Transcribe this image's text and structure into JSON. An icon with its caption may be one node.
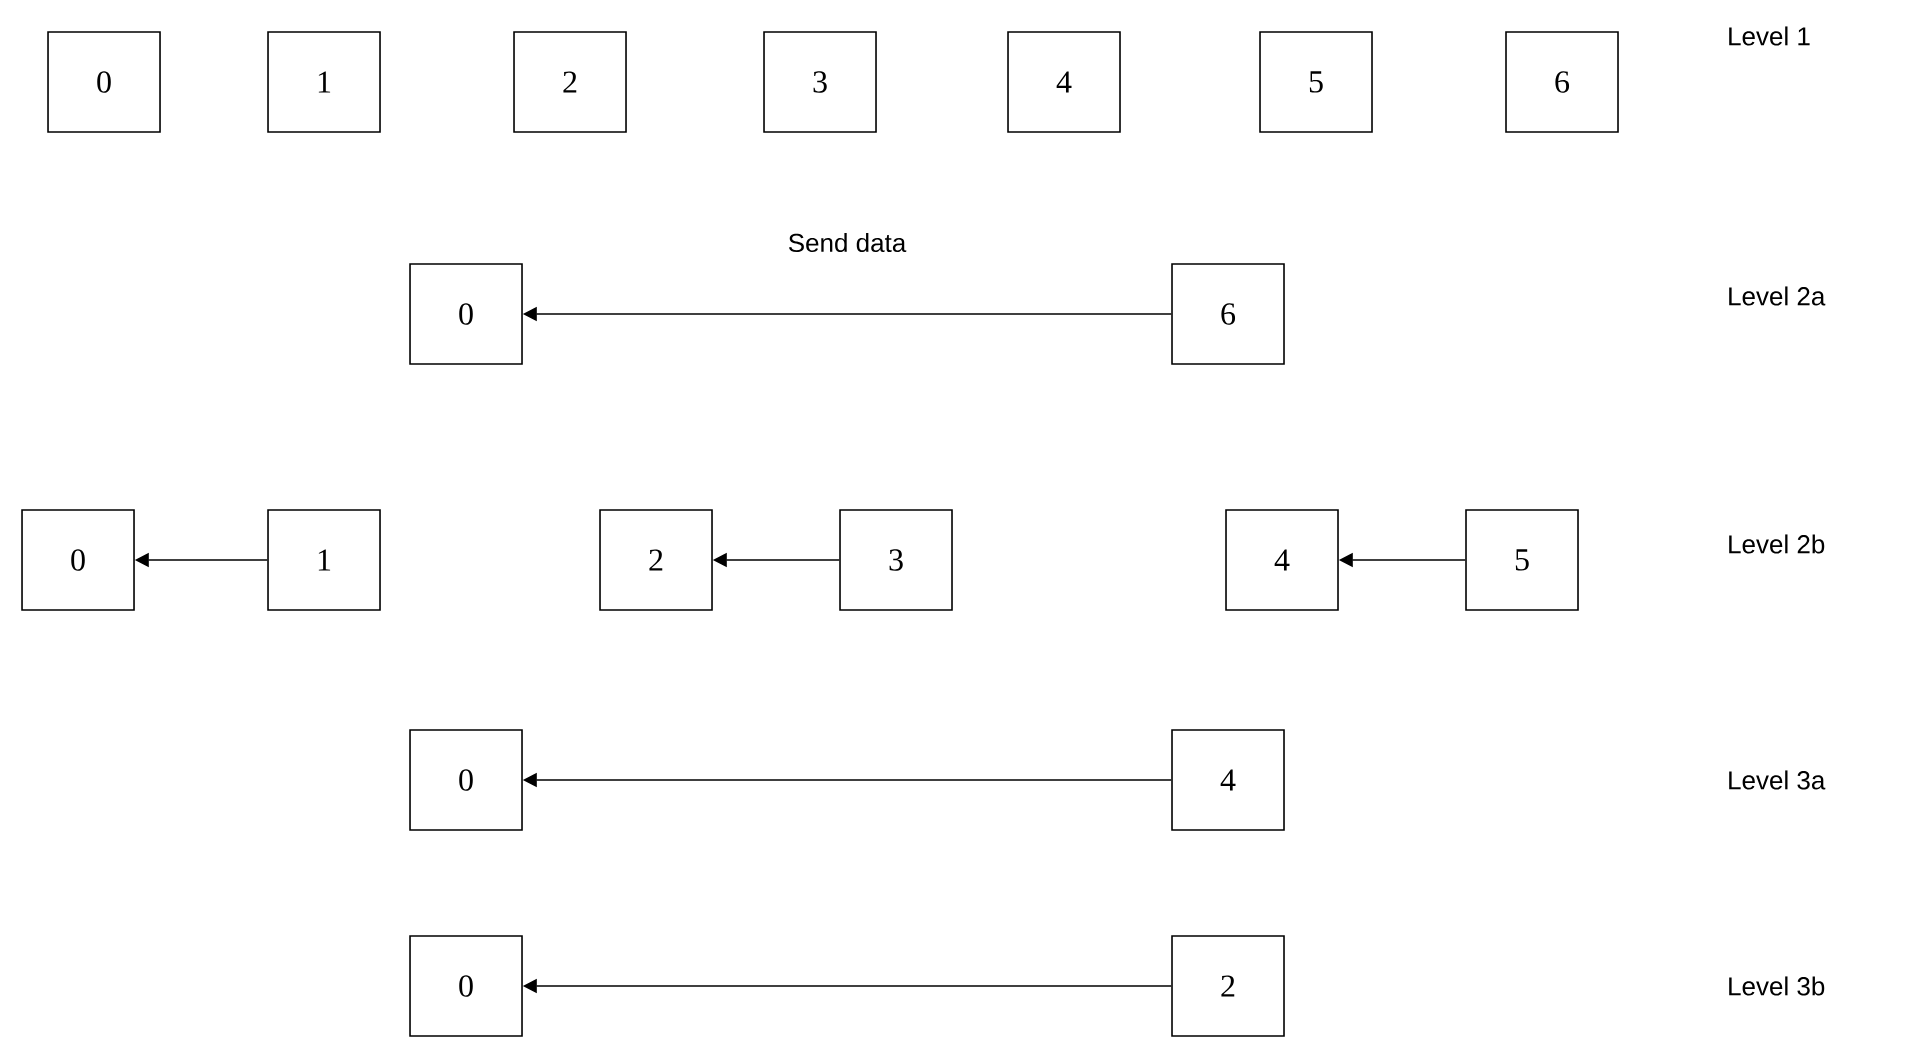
{
  "diagram": {
    "nodes": [
      {
        "text": [
          "0"
        ]
      },
      {
        "text": [
          "1"
        ]
      },
      {
        "text": [
          "2"
        ]
      },
      {
        "text": [
          "3"
        ]
      },
      {
        "text": [
          "4"
        ]
      },
      {
        "text": [
          "5"
        ]
      },
      {
        "text": [
          "6"
        ]
      },
      {
        "text": [
          "0"
        ]
      },
      {
        "text": [
          "6"
        ]
      },
      {
        "text": [
          "0"
        ]
      },
      {
        "text": [
          "1"
        ]
      },
      {
        "text": [
          "2"
        ]
      },
      {
        "text": [
          "3"
        ]
      },
      {
        "text": [
          "4"
        ]
      },
      {
        "text": [
          "5"
        ]
      },
      {
        "text": [
          "0"
        ]
      },
      {
        "text": [
          "4"
        ]
      },
      {
        "text": [
          "0"
        ]
      },
      {
        "text": [
          "2"
        ]
      }
    ],
    "edges": [
      {
        "from": 8,
        "to": 7,
        "arrow": "to",
        "label": "Send data"
      },
      {
        "from": 10,
        "to": 9,
        "arrow": "to"
      },
      {
        "from": 12,
        "to": 11,
        "arrow": "to"
      },
      {
        "from": 14,
        "to": 13,
        "arrow": "to"
      },
      {
        "from": 16,
        "to": 15,
        "arrow": "to"
      },
      {
        "from": 18,
        "to": 17,
        "arrow": "to"
      }
    ],
    "labels": [
      "Level 1",
      "Level 2a",
      "Level 2b",
      "Level 3a",
      "Level 3b"
    ]
  }
}
